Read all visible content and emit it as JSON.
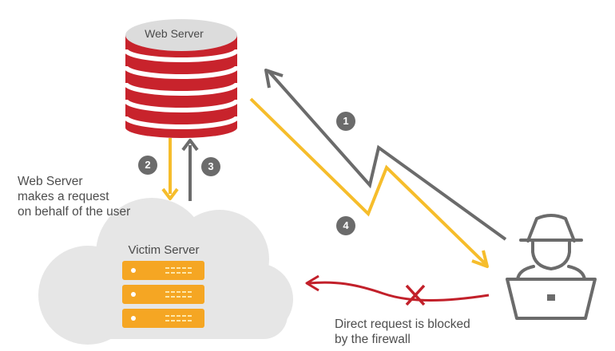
{
  "web_server": {
    "label": "Web Server"
  },
  "victim_server": {
    "label": "Victim Server"
  },
  "steps": [
    {
      "number": "1"
    },
    {
      "number": "2"
    },
    {
      "number": "3"
    },
    {
      "number": "4"
    }
  ],
  "annotations": {
    "request_on_behalf": "Web Server\nmakes a request\non behalf of the user",
    "direct_blocked": "Direct request is blocked\nby the firewall"
  },
  "colors": {
    "server_red": "#c8232c",
    "server_gray": "#dcdcdc",
    "arrow_gray": "#6b6b6b",
    "arrow_yellow": "#f6bd2b",
    "blocked_red": "#c2202a",
    "cloud": "#e6e6e6",
    "rack_orange": "#f5a623"
  }
}
